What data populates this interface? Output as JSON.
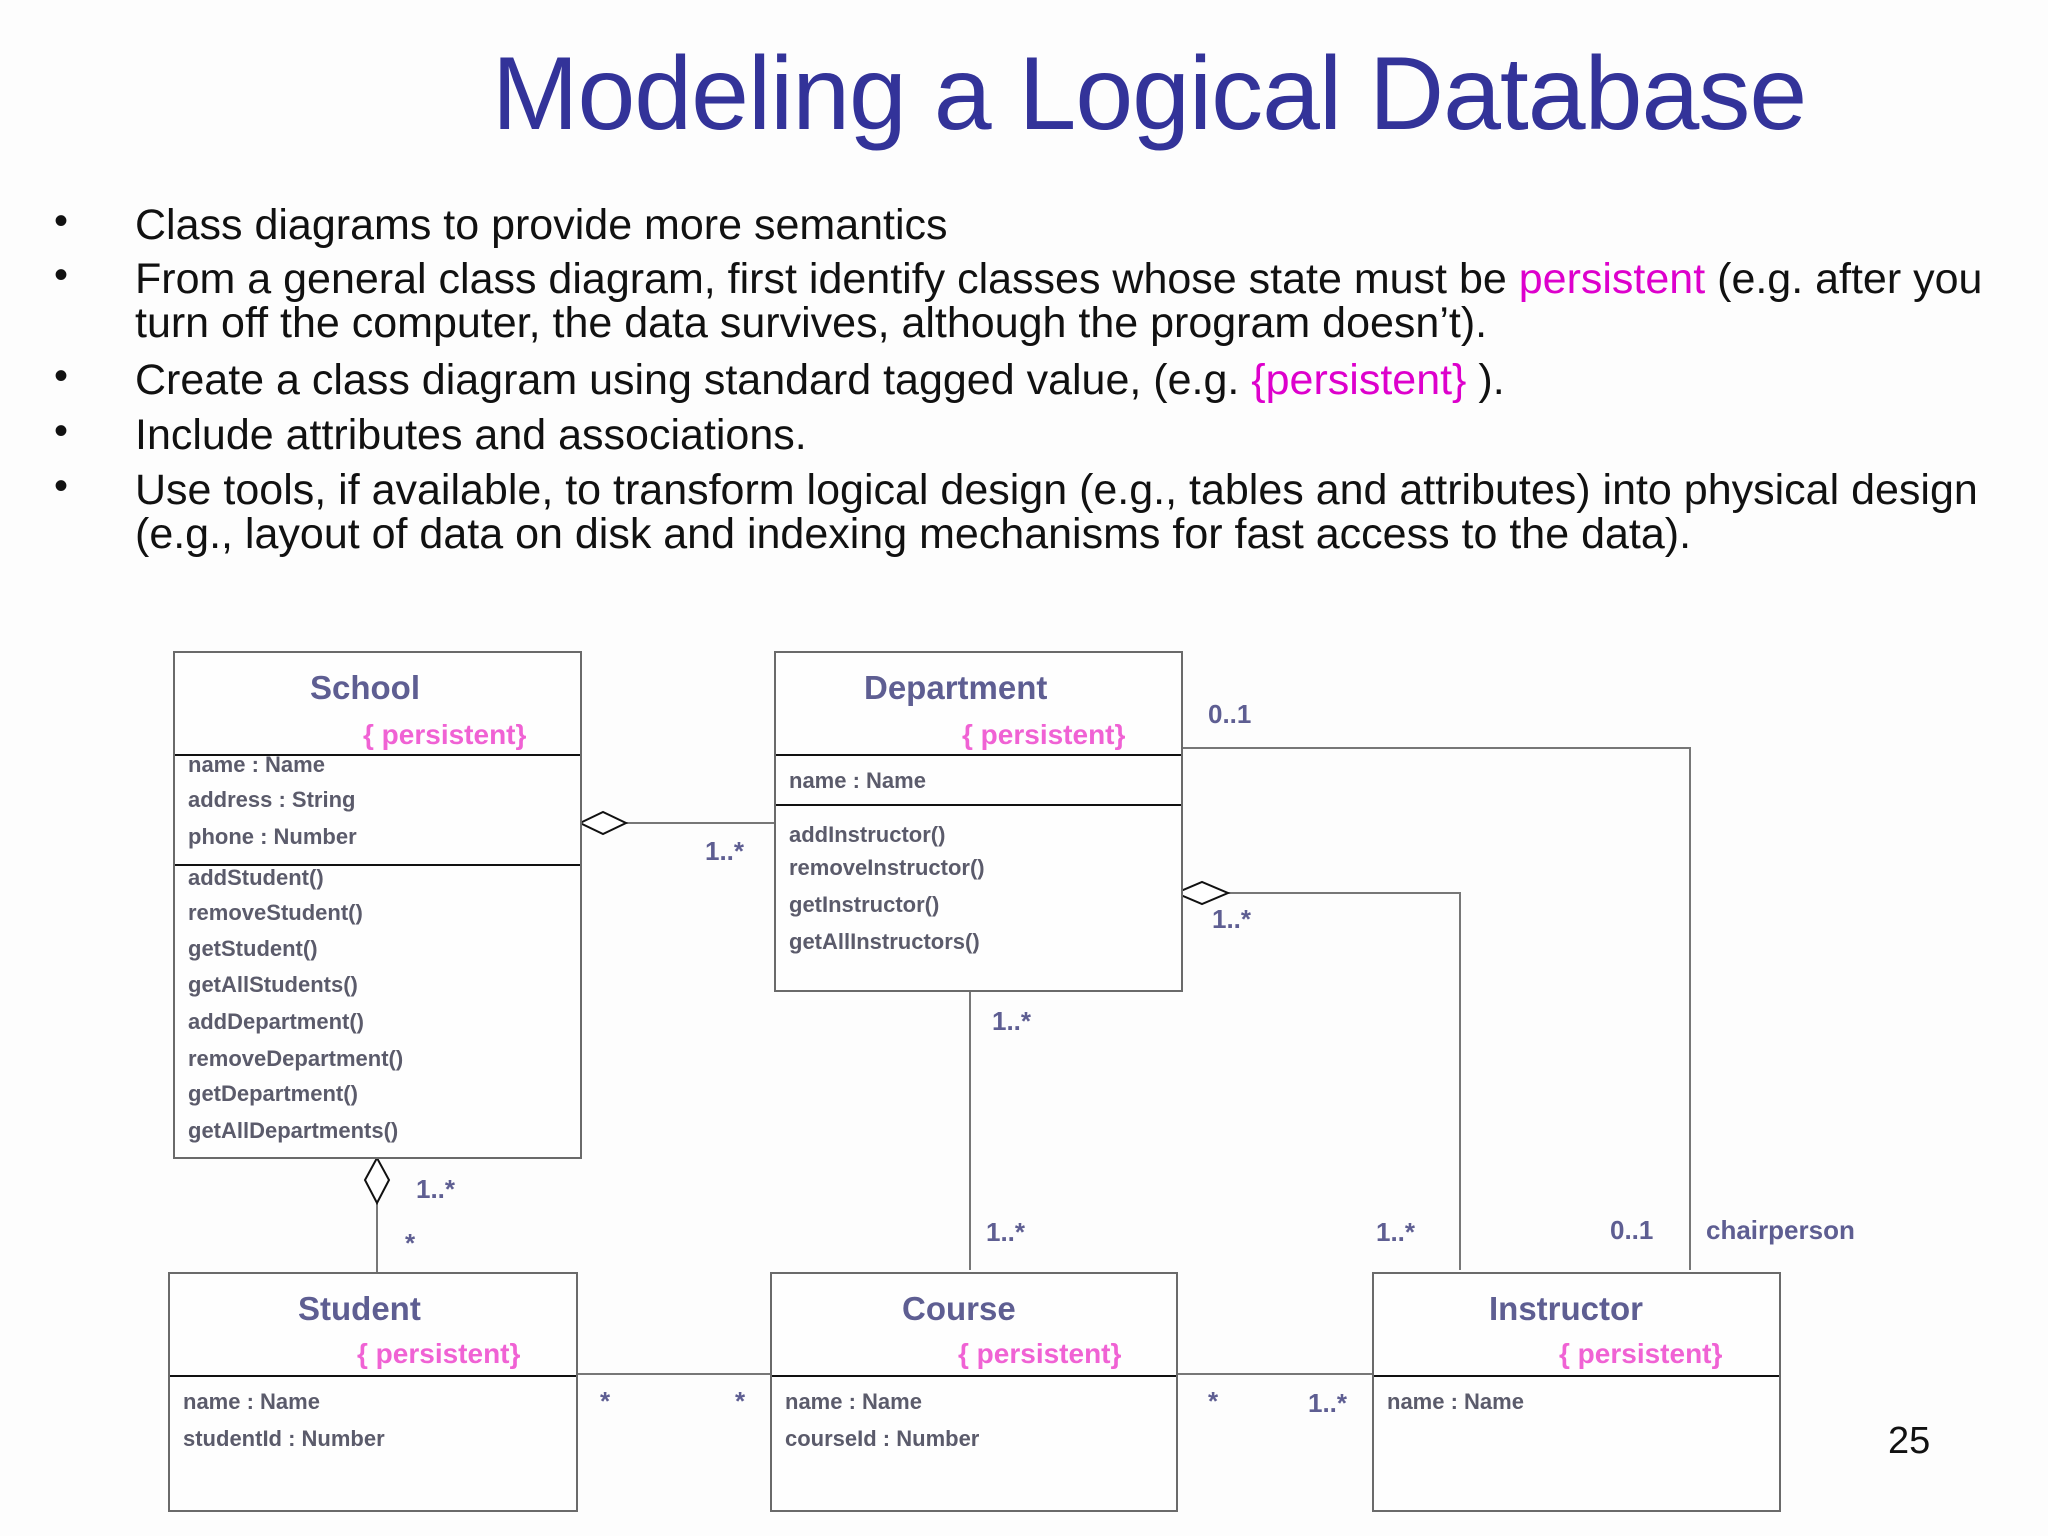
{
  "slide": {
    "title": "Modeling a Logical Database",
    "page_number": "25"
  },
  "bullets": [
    {
      "parts": [
        "Class diagrams to provide more semantics"
      ]
    },
    {
      "parts": [
        "From a general class diagram, first identify classes whose state must be ",
        "persistent",
        " (e.g. after you turn off the computer, the data survives, although the program doesn’t)."
      ]
    },
    {
      "parts": [
        "Create a class diagram using standard tagged value, (e.g. ",
        "{persistent}",
        " )."
      ]
    },
    {
      "parts": [
        "Include attributes and associations."
      ]
    },
    {
      "parts": [
        "Use tools, if available, to transform logical design (e.g., tables and attributes) into physical design (e.g., layout of data on disk and indexing mechanisms for fast access to the data)."
      ]
    }
  ],
  "classes": {
    "school": {
      "name": "School",
      "tag": "{ persistent}",
      "attributes": [
        "name : Name",
        "address : String",
        "phone : Number"
      ],
      "operations": [
        "addStudent()",
        "removeStudent()",
        "getStudent()",
        "getAllStudents()",
        "addDepartment()",
        "removeDepartment()",
        "getDepartment()",
        "getAllDepartments()"
      ]
    },
    "department": {
      "name": "Department",
      "tag": "{ persistent}",
      "attributes": [
        "name : Name"
      ],
      "operations": [
        "addInstructor()",
        "removeInstructor()",
        "getInstructor()",
        "getAllInstructors()"
      ]
    },
    "student": {
      "name": "Student",
      "tag": "{ persistent}",
      "attributes": [
        "name : Name",
        "studentId : Number"
      ]
    },
    "course": {
      "name": "Course",
      "tag": "{ persistent}",
      "attributes": [
        "name : Name",
        "courseId : Number"
      ]
    },
    "instructor": {
      "name": "Instructor",
      "tag": "{ persistent}",
      "attributes": [
        "name : Name"
      ]
    }
  },
  "multiplicities": {
    "school_department": "1..*",
    "department_chair": "0..1",
    "department_instructor": "1..*",
    "department_course": "1..*",
    "course_department": "1..*",
    "instructor_department": "1..*",
    "instructor_chair": "0..1",
    "chair_role": "chairperson",
    "school_student": "1..*",
    "student_school": "*",
    "student_course": "*",
    "course_student": "*",
    "course_instructor": "*",
    "instructor_course": "1..*"
  }
}
